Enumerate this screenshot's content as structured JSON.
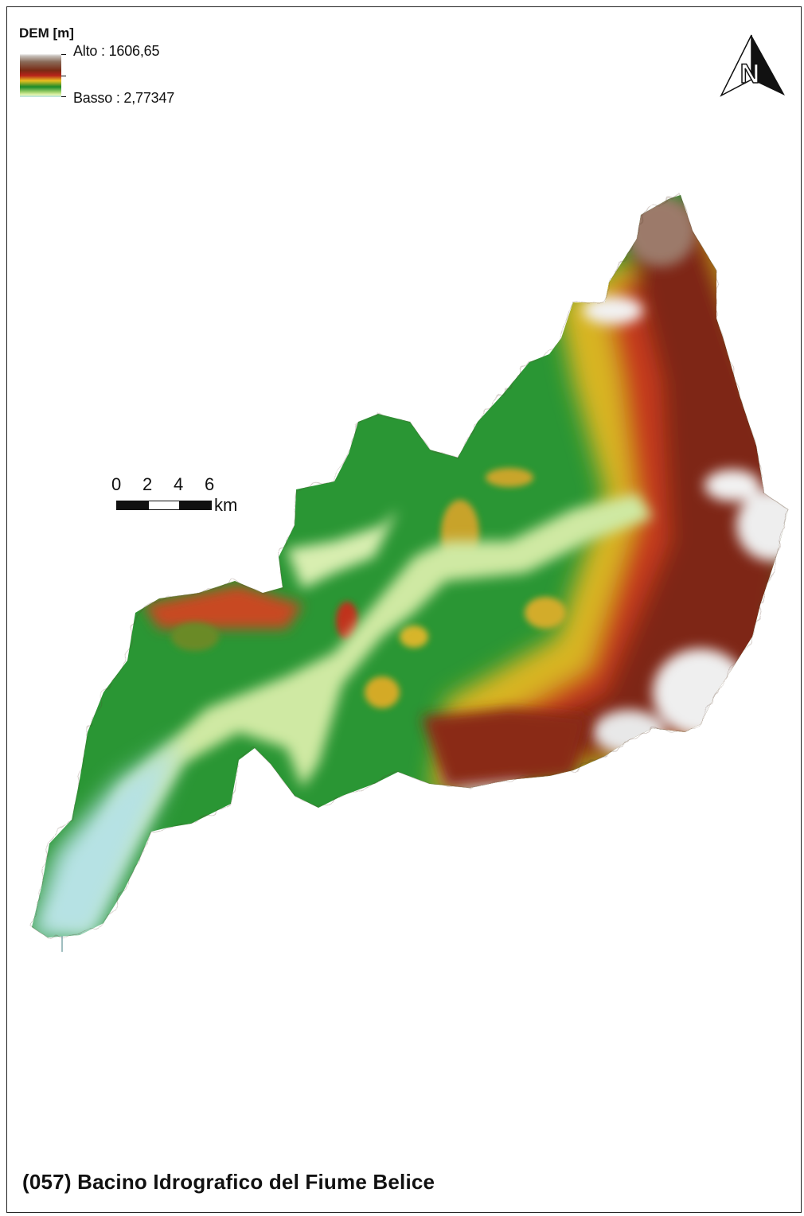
{
  "legend": {
    "title": "DEM [m]",
    "high_label": "Alto : 1606,65",
    "low_label": "Basso : 2,77347",
    "ramp_colors": [
      "#f4f4f4",
      "#8a6a58",
      "#7a2a14",
      "#b8241a",
      "#e8c020",
      "#1a8a2a",
      "#9dd06a",
      "#dff2a8",
      "#b9e4e6"
    ]
  },
  "north_arrow": {
    "letter": "N",
    "icon": "north-arrow-icon"
  },
  "scale_bar": {
    "ticks": [
      "0",
      "2",
      "4",
      "6"
    ],
    "unit": "km"
  },
  "map": {
    "title": "(057) Bacino Idrografico del Fiume Belice",
    "elevation_colors": {
      "lowland": "#b9e4e6",
      "plain": "#e6f2b8",
      "low_hills": "#1e8c2a",
      "mid_hills": "#d9b520",
      "high_hills": "#c03018",
      "mountains": "#7a2212",
      "peaks": "#e6e6e6"
    }
  }
}
